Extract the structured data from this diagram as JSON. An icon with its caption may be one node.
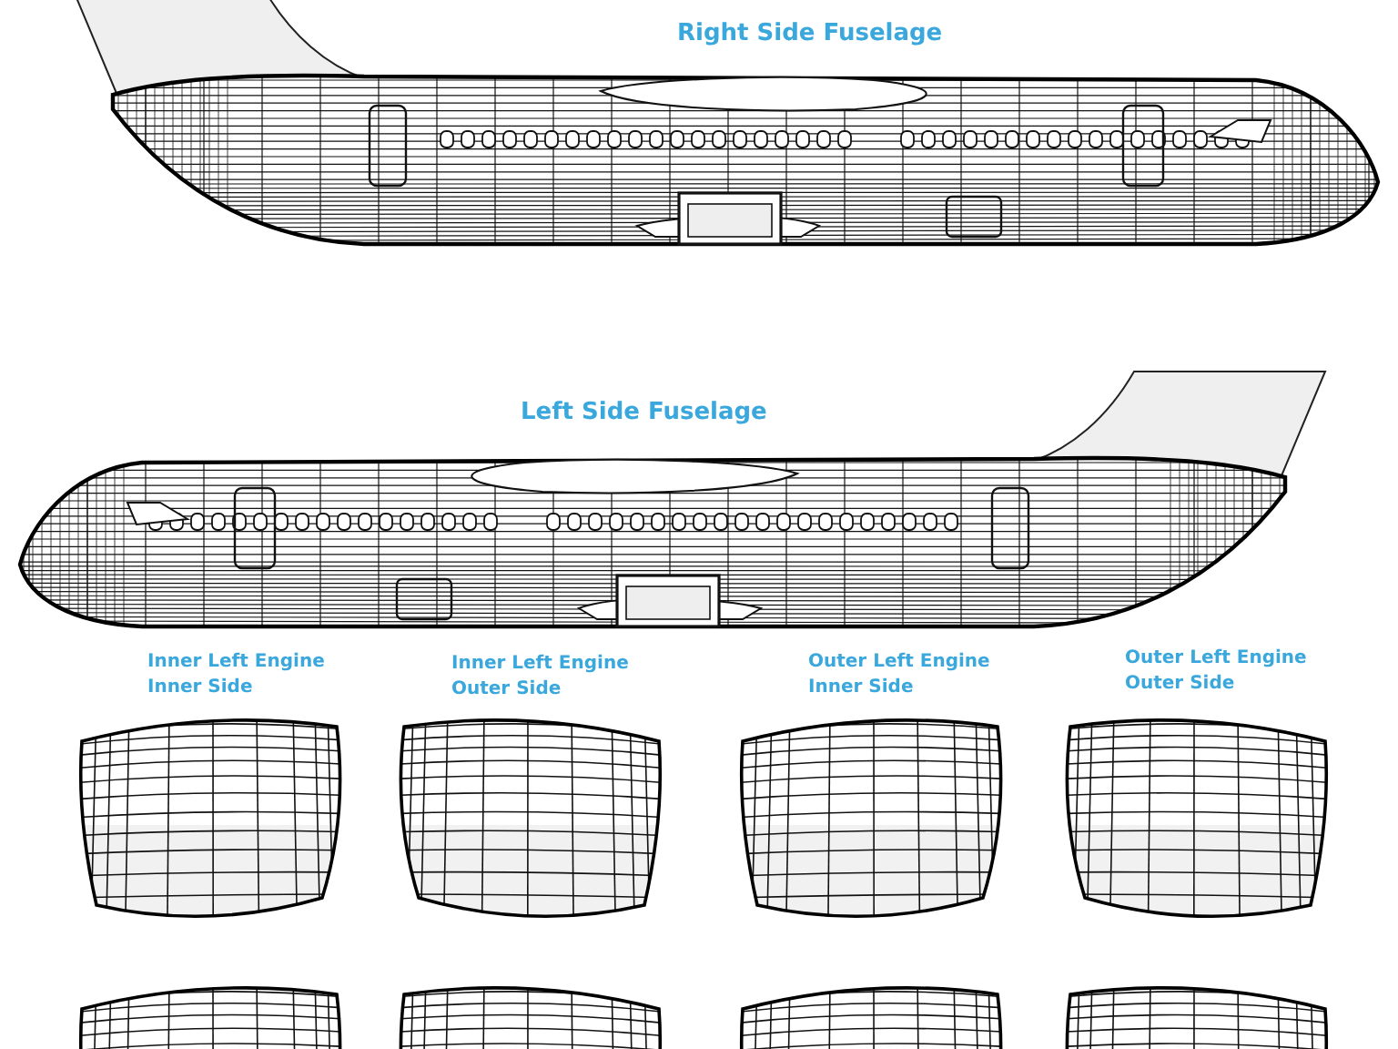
{
  "diagram": {
    "labels": [
      "Right Side Fuselage",
      "Left Side Fuselage",
      "Inner Left Engine Inner Side",
      "Inner Left Engine Outer Side",
      "Outer Left Engine Inner Side",
      "Outer Left Engine Outer Side"
    ]
  }
}
